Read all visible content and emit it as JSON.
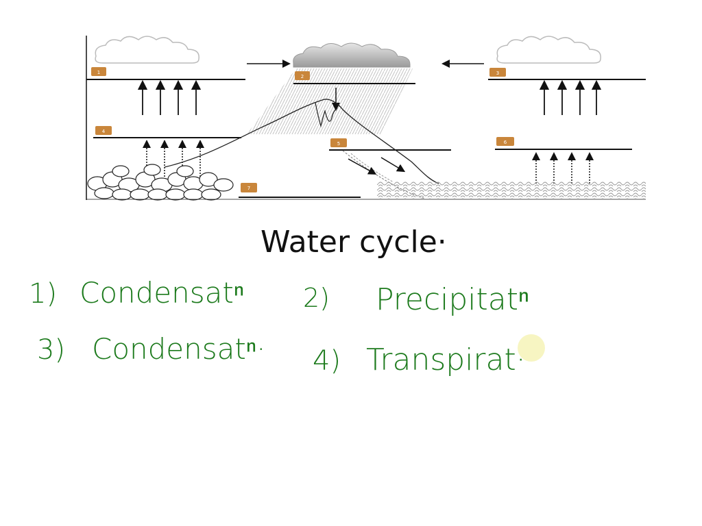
{
  "diagram": {
    "labels": [
      {
        "id": "1",
        "text": "1"
      },
      {
        "id": "2",
        "text": "2"
      },
      {
        "id": "3",
        "text": "3"
      },
      {
        "id": "4",
        "text": "4"
      },
      {
        "id": "5",
        "text": "5"
      },
      {
        "id": "6",
        "text": "6"
      },
      {
        "id": "7",
        "text": "7"
      }
    ],
    "colors": {
      "badge": "#c9863b",
      "line": "#111111",
      "rain": "#b8b8b8",
      "ink": "#1c7a1c"
    }
  },
  "notes": {
    "title": "Water cycle·",
    "answers": [
      {
        "num": "1)",
        "text": "Condensatⁿ"
      },
      {
        "num": "2)",
        "text": "Precipitatⁿ"
      },
      {
        "num": "3)",
        "text": "Condensatⁿ·"
      },
      {
        "num": "4)",
        "text": "Transpirat·"
      }
    ]
  }
}
